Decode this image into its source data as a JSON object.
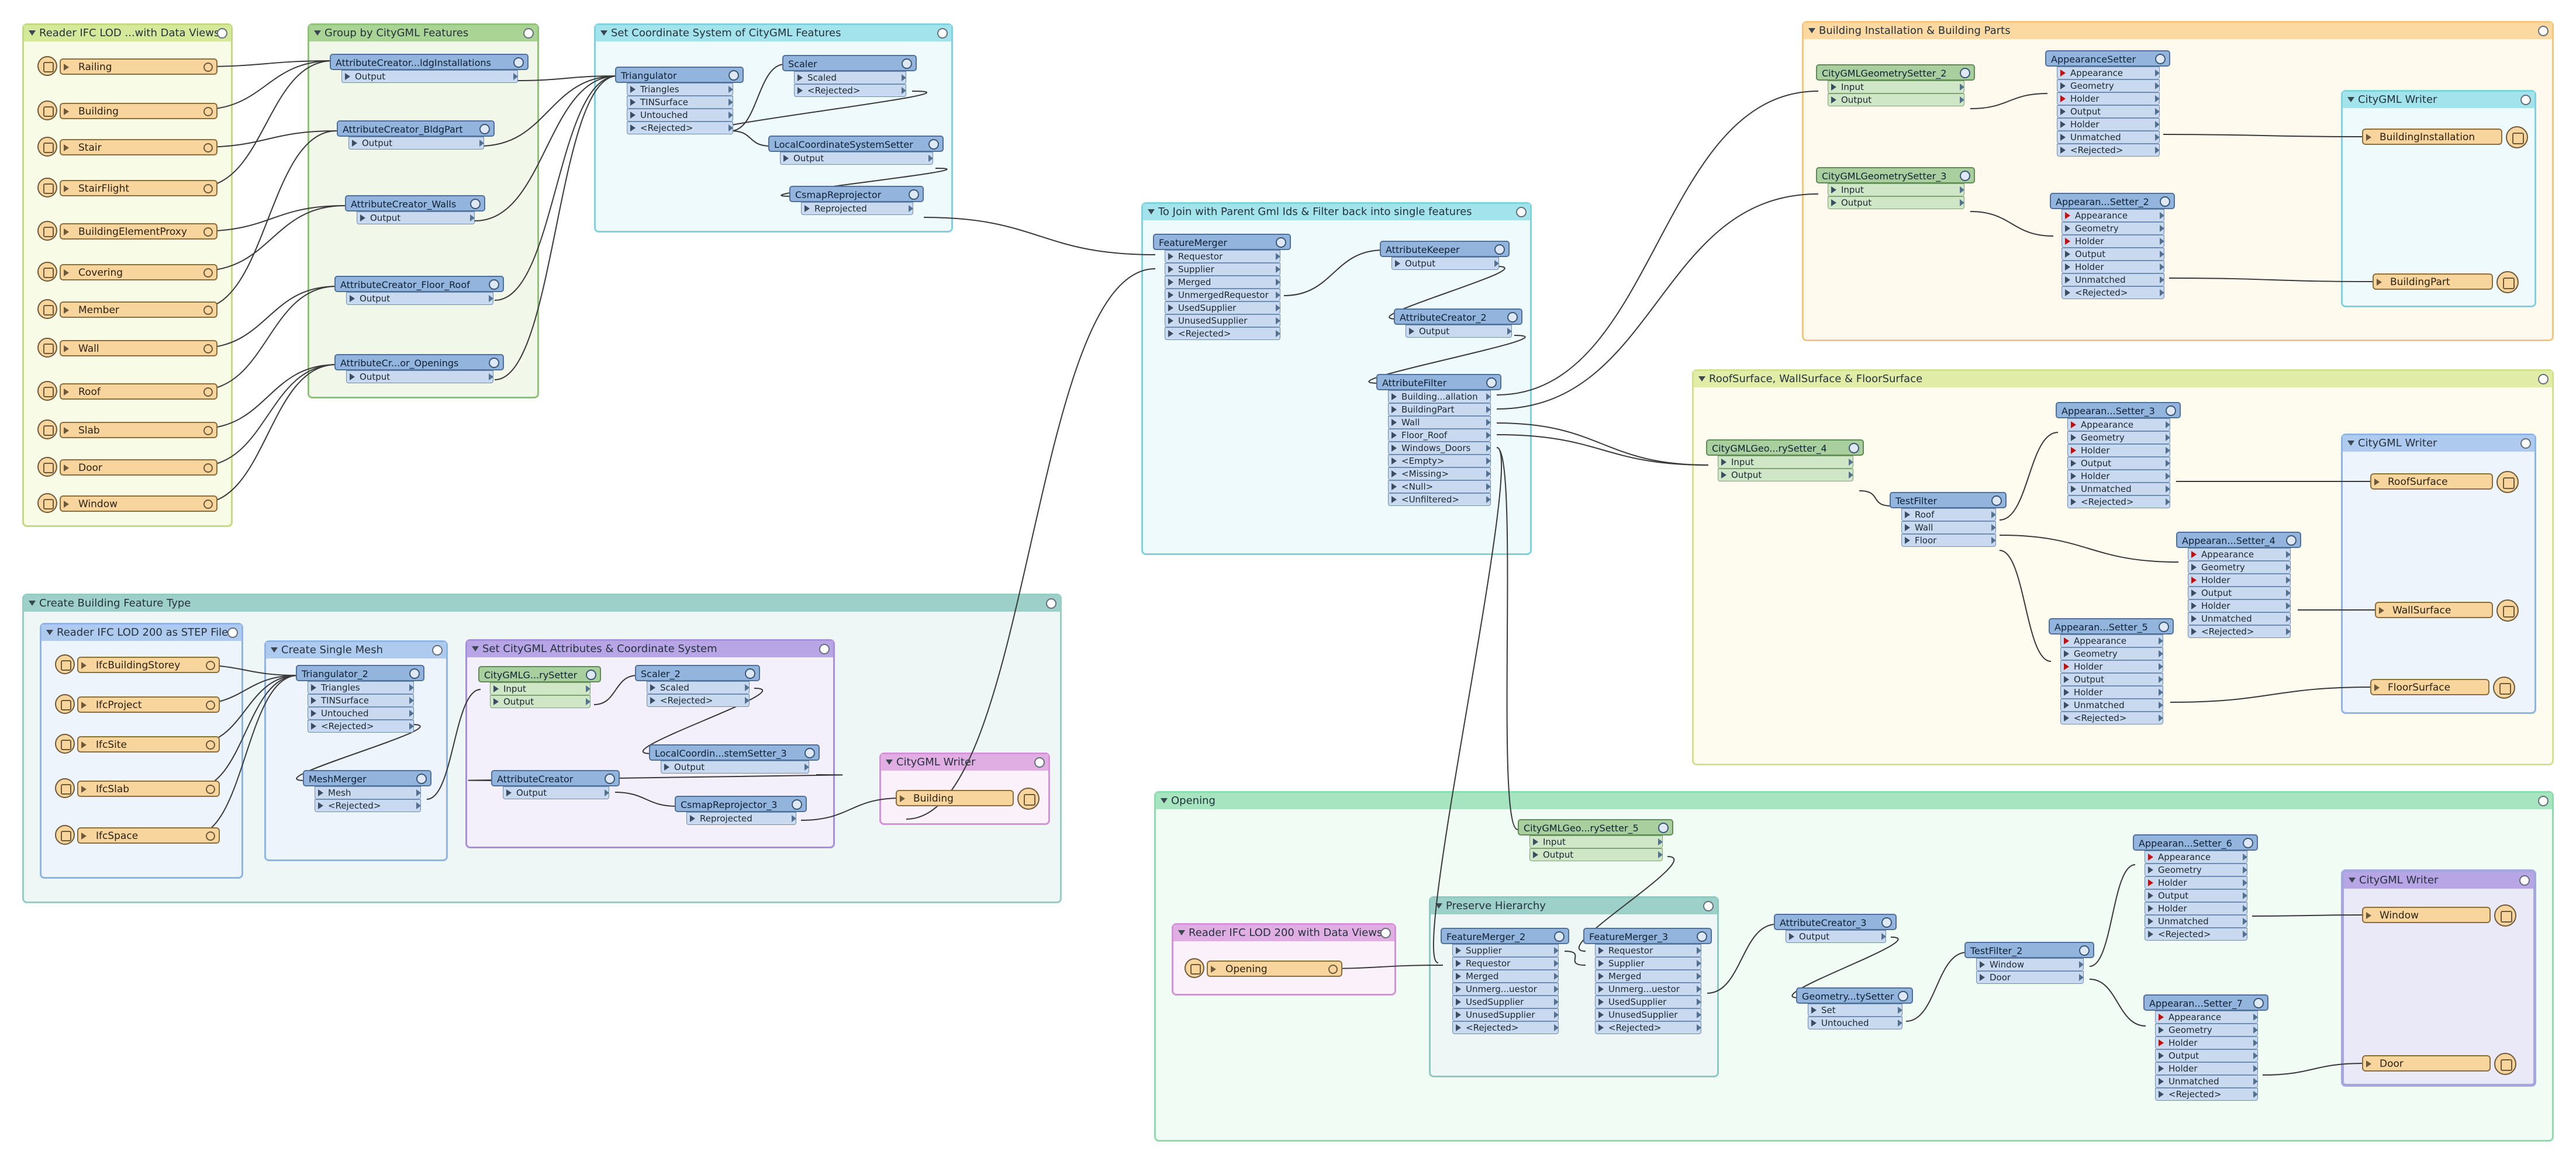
{
  "bookmarks": {
    "reader_lod": "Reader IFC LOD ...with Data Views",
    "group_citygml": "Group by CityGML Features",
    "set_coord": "Set Coordinate System of CityGML Features",
    "building_install": "Building Installation & Building Parts",
    "join_parent": "To Join with Parent Gml Ids & Filter back into single features",
    "roof_wall": "RoofSurface, WallSurface & FloorSurface",
    "create_building": "Create Building Feature Type",
    "reader_step": "Reader IFC LOD 200 as STEP Files",
    "single_mesh": "Create Single Mesh",
    "set_citygml_attr": "Set CityGML Attributes & Coordinate System",
    "writer_cb": "CityGML Writer",
    "opening": "Opening",
    "preserve": "Preserve Hierarchy",
    "reader_opening": "Reader IFC LOD 200 with Data Views",
    "writer_bi": "CityGML Writer",
    "writer_rw": "CityGML Writer",
    "writer_op": "CityGML Writer"
  },
  "readers_lod": [
    "Railing",
    "Building",
    "Stair",
    "StairFlight",
    "BuildingElementProxy",
    "Covering",
    "Member",
    "Wall",
    "Roof",
    "Slab",
    "Door",
    "Window"
  ],
  "readers_step": [
    "IfcBuildingStorey",
    "IfcProject",
    "IfcSite",
    "IfcSlab",
    "IfcSpace"
  ],
  "reader_opening": "Opening",
  "writers": {
    "building_installation": "BuildingInstallation",
    "building_part": "BuildingPart",
    "roof_surface": "RoofSurface",
    "wall_surface": "WallSurface",
    "floor_surface": "FloorSurface",
    "building": "Building",
    "window": "Window",
    "door": "Door"
  },
  "transformers": {
    "ac_install": {
      "title": "AttributeCreator...ldgInstallations",
      "ports": [
        "Output"
      ]
    },
    "ac_bldgpart": {
      "title": "AttributeCreator_BldgPart",
      "ports": [
        "Output"
      ]
    },
    "ac_walls": {
      "title": "AttributeCreator_Walls",
      "ports": [
        "Output"
      ]
    },
    "ac_floor": {
      "title": "AttributeCreator_Floor_Roof",
      "ports": [
        "Output"
      ]
    },
    "ac_openings": {
      "title": "AttributeCr...or_Openings",
      "ports": [
        "Output"
      ]
    },
    "triangulator": {
      "title": "Triangulator",
      "ports": [
        "Triangles",
        "TINSurface",
        "Untouched",
        "<Rejected>"
      ]
    },
    "scaler": {
      "title": "Scaler",
      "ports": [
        "Scaled",
        "<Rejected>"
      ]
    },
    "lcss": {
      "title": "LocalCoordinateSystemSetter",
      "ports": [
        "Output"
      ]
    },
    "csmap": {
      "title": "CsmapReprojector",
      "ports": [
        "Reprojected"
      ]
    },
    "fm": {
      "title": "FeatureMerger",
      "ports": [
        "Requestor",
        "Supplier",
        "Merged",
        "UnmergedRequestor",
        "UsedSupplier",
        "UnusedSupplier",
        "<Rejected>"
      ]
    },
    "akeeper": {
      "title": "AttributeKeeper",
      "ports": [
        "Output"
      ]
    },
    "ac2": {
      "title": "AttributeCreator_2",
      "ports": [
        "Output"
      ]
    },
    "afilter": {
      "title": "AttributeFilter",
      "ports": [
        "Building...allation",
        "BuildingPart",
        "Wall",
        "Floor_Roof",
        "Windows_Doors",
        "<Empty>",
        "<Missing>",
        "<Null>",
        "<Unfiltered>"
      ]
    },
    "cgs2": {
      "title": "CityGMLGeometrySetter_2",
      "ports": [
        "Input",
        "Output"
      ]
    },
    "as1": {
      "title": "AppearanceSetter",
      "ports": [
        "Appearance",
        "Geometry",
        "Holder",
        "Output",
        "Holder",
        "Unmatched",
        "<Rejected>"
      ]
    },
    "cgs3": {
      "title": "CityGMLGeometrySetter_3",
      "ports": [
        "Input",
        "Output"
      ]
    },
    "as2": {
      "title": "Appearan...Setter_2",
      "ports": [
        "Appearance",
        "Geometry",
        "Holder",
        "Output",
        "Holder",
        "Unmatched",
        "<Rejected>"
      ]
    },
    "cgs4": {
      "title": "CityGMLGeo...rySetter_4",
      "ports": [
        "Input",
        "Output"
      ]
    },
    "tf1": {
      "title": "TestFilter",
      "ports": [
        "Roof",
        "Wall",
        "Floor"
      ]
    },
    "as3": {
      "title": "Appearan...Setter_3",
      "ports": [
        "Appearance",
        "Geometry",
        "Holder",
        "Output",
        "Holder",
        "Unmatched",
        "<Rejected>"
      ]
    },
    "as4": {
      "title": "Appearan...Setter_4",
      "ports": [
        "Appearance",
        "Geometry",
        "Holder",
        "Output",
        "Holder",
        "Unmatched",
        "<Rejected>"
      ]
    },
    "as5": {
      "title": "Appearan...Setter_5",
      "ports": [
        "Appearance",
        "Geometry",
        "Holder",
        "Output",
        "Holder",
        "Unmatched",
        "<Rejected>"
      ]
    },
    "tri2": {
      "title": "Triangulator_2",
      "ports": [
        "Triangles",
        "TINSurface",
        "Untouched",
        "<Rejected>"
      ]
    },
    "mesh": {
      "title": "MeshMerger",
      "ports": [
        "Mesh",
        "<Rejected>"
      ]
    },
    "cgsb": {
      "title": "CityGMLG...rySetter",
      "ports": [
        "Input",
        "Output"
      ]
    },
    "scaler2": {
      "title": "Scaler_2",
      "ports": [
        "Scaled",
        "<Rejected>"
      ]
    },
    "lcss3": {
      "title": "LocalCoordin...stemSetter_3",
      "ports": [
        "Output"
      ]
    },
    "acb": {
      "title": "AttributeCreator",
      "ports": [
        "Output"
      ]
    },
    "csmap3": {
      "title": "CsmapReprojector_3",
      "ports": [
        "Reprojected"
      ]
    },
    "cgs5": {
      "title": "CityGMLGeo...rySetter_5",
      "ports": [
        "Input",
        "Output"
      ]
    },
    "fm2": {
      "title": "FeatureMerger_2",
      "ports": [
        "Supplier",
        "Requestor",
        "Merged",
        "Unmerg...uestor",
        "UsedSupplier",
        "UnusedSupplier",
        "<Rejected>"
      ]
    },
    "fm3": {
      "title": "FeatureMerger_3",
      "ports": [
        "Requestor",
        "Supplier",
        "Merged",
        "Unmerg...uestor",
        "UsedSupplier",
        "UnusedSupplier",
        "<Rejected>"
      ]
    },
    "ac3": {
      "title": "AttributeCreator_3",
      "ports": [
        "Output"
      ]
    },
    "gps": {
      "title": "Geometry...tySetter",
      "ports": [
        "Set",
        "Untouched"
      ]
    },
    "tf2": {
      "title": "TestFilter_2",
      "ports": [
        "Window",
        "Door"
      ]
    },
    "as6": {
      "title": "Appearan...Setter_6",
      "ports": [
        "Appearance",
        "Geometry",
        "Holder",
        "Output",
        "Holder",
        "Unmatched",
        "<Rejected>"
      ]
    },
    "as7": {
      "title": "Appearan...Setter_7",
      "ports": [
        "Appearance",
        "Geometry",
        "Holder",
        "Output",
        "Holder",
        "Unmatched",
        "<Rejected>"
      ]
    }
  }
}
